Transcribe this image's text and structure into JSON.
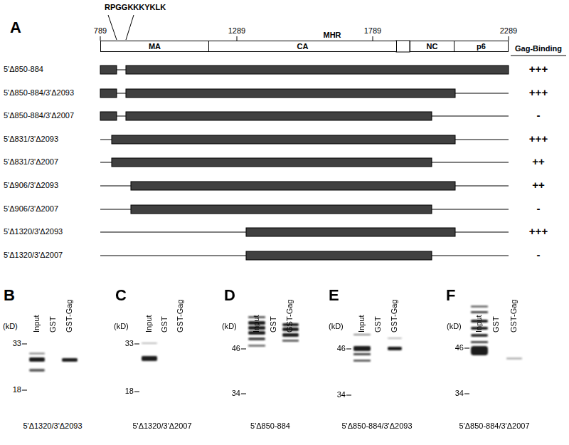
{
  "diagram": {
    "nodes": [
      {
        "text": [
          "MA"
        ]
      },
      {
        "text": [
          "CA"
        ]
      },
      {
        "text": [
          "NC"
        ]
      },
      {
        "text": [
          "p6"
        ]
      }
    ],
    "labels": [
      "A",
      "RPGGKKKYKLK",
      "789",
      "1289",
      "MHR",
      "1789",
      "2289",
      "Gag-Binding",
      "5'Δ850-884",
      "+++",
      "5'Δ850-884/3'Δ2093",
      "+++",
      "5'Δ850-884/3'Δ2007",
      "-",
      "5'Δ831/3'Δ2093",
      "+++",
      "5'Δ831/3'Δ2007",
      "++",
      "5'Δ906/3'Δ2093",
      "++",
      "5'Δ906/3'Δ2007",
      "-",
      "5'Δ1320/3'Δ2093",
      "+++",
      "5'Δ1320/3'Δ2007",
      "-",
      "B",
      "(kD)",
      "33",
      "18",
      "Input",
      "GST",
      "GST-Gag",
      "5'Δ1320/3'Δ2093",
      "C",
      "(kD)",
      "33",
      "18",
      "Input",
      "GST",
      "GST-Gag",
      "5'Δ1320/3'Δ2007",
      "D",
      "(kD)",
      "46",
      "34",
      "Input",
      "GST",
      "GST-Gag",
      "5'Δ850-884",
      "E",
      "(kD)",
      "46",
      "34",
      "Input",
      "GST",
      "GST-Gag",
      "5'Δ850-884/3'Δ2093",
      "F",
      "(kD)",
      "46",
      "34",
      "Input",
      "GST",
      "GST-Gag",
      "5'Δ850-884/3'Δ2007"
    ]
  }
}
